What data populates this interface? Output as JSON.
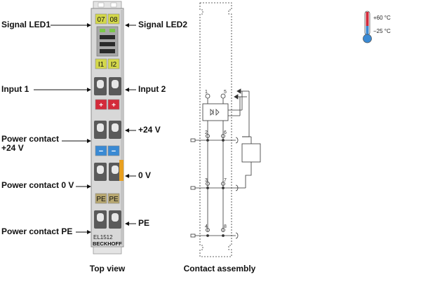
{
  "labels": {
    "signal_led1": "Signal LED1",
    "signal_led2": "Signal LED2",
    "input1": "Input 1",
    "input2": "Input 2",
    "plus24v": "+24 V",
    "power_contact_24v_line1": "Power contact",
    "power_contact_24v_line2": "+24 V",
    "zero_v": "0 V",
    "power_contact_0v": "Power contact 0 V",
    "pe": "PE",
    "power_contact_pe": "Power contact PE"
  },
  "terminal": {
    "led_label_1": "07",
    "led_label_2": "08",
    "input_label_1": "I1",
    "input_label_2": "I2",
    "plus_1": "+",
    "plus_2": "+",
    "minus_1": "−",
    "minus_2": "−",
    "pe_1": "PE",
    "pe_2": "PE",
    "model": "EL1512",
    "brand": "BECKHOFF"
  },
  "contacts": {
    "pin1": "1",
    "pin5": "5",
    "pin2": "2",
    "pin6": "6",
    "pin3": "3",
    "pin7": "7",
    "pin4": "4",
    "pin8": "8"
  },
  "temperature": {
    "max": "+60 °C",
    "min": "−25 °C"
  },
  "captions": {
    "top_view": "Top view",
    "contact_assembly": "Contact assembly"
  },
  "colors": {
    "led_yellow": "#d4d84a",
    "input_yellow": "#d4d84a",
    "plus_red": "#d42a3a",
    "minus_blue": "#3a8ad4",
    "pe_olive": "#b8a870",
    "orange_contact": "#e8a020",
    "terminal_body": "#d8d8d8"
  }
}
